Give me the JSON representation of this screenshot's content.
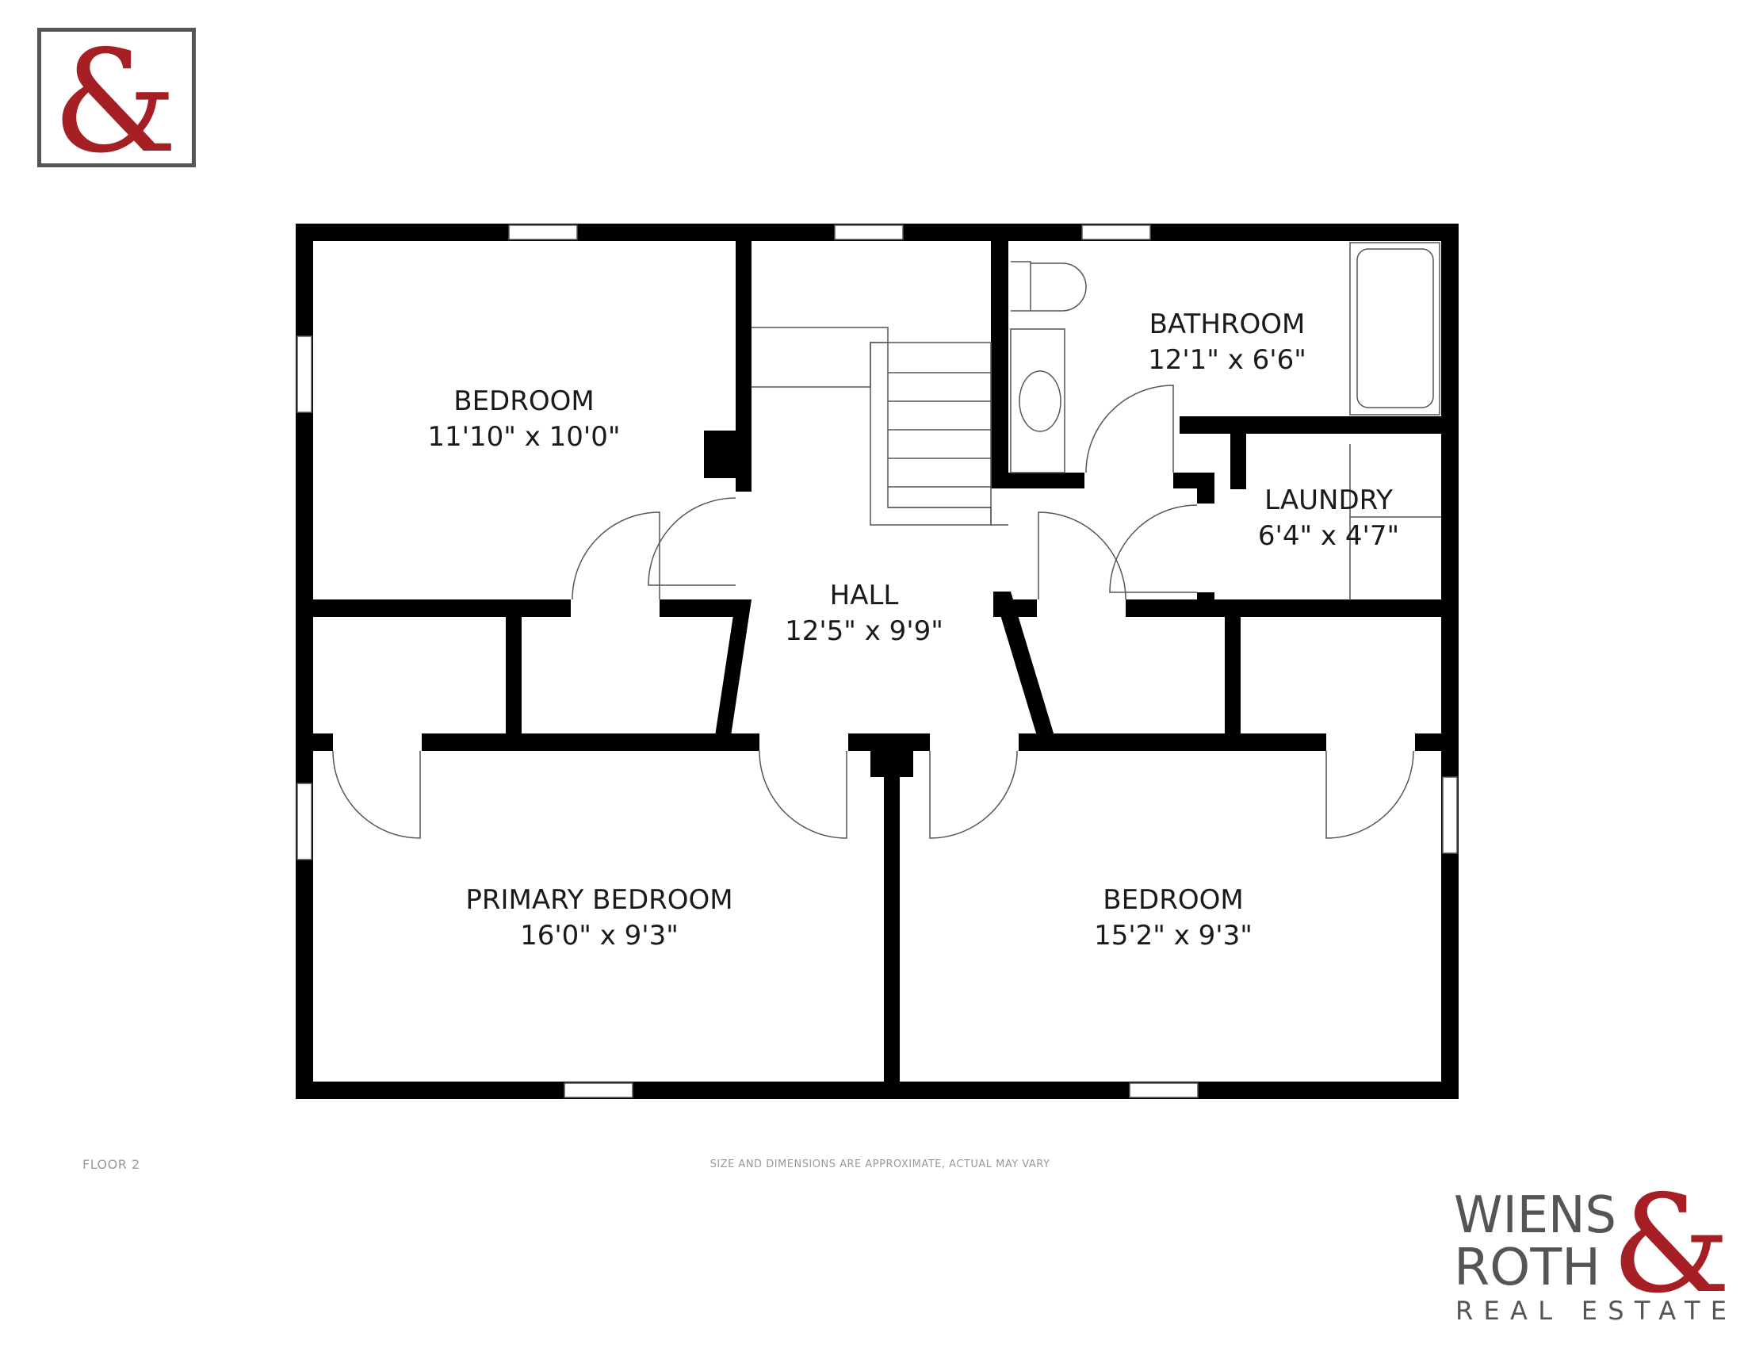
{
  "brand": {
    "logo_glyph": "&",
    "line1": "WIENS",
    "line2": "ROTH",
    "line3": "REAL ESTATE",
    "accent_color": "#a61f24",
    "text_color": "#555555"
  },
  "rooms": [
    {
      "name": "BEDROOM",
      "dims": "11'10\" x 10'0\""
    },
    {
      "name": "HALL",
      "dims": "12'5\" x 9'9\""
    },
    {
      "name": "BATHROOM",
      "dims": "12'1\" x 6'6\""
    },
    {
      "name": "LAUNDRY",
      "dims": "6'4\" x 4'7\""
    },
    {
      "name": "PRIMARY BEDROOM",
      "dims": "16'0\" x 9'3\""
    },
    {
      "name": "BEDROOM",
      "dims": "15'2\" x 9'3\""
    }
  ],
  "footer": {
    "floor": "FLOOR 2",
    "disclaimer": "SIZE AND DIMENSIONS ARE APPROXIMATE, ACTUAL MAY VARY"
  },
  "colors": {
    "wall": "#000000",
    "fixture_line": "#555555"
  }
}
